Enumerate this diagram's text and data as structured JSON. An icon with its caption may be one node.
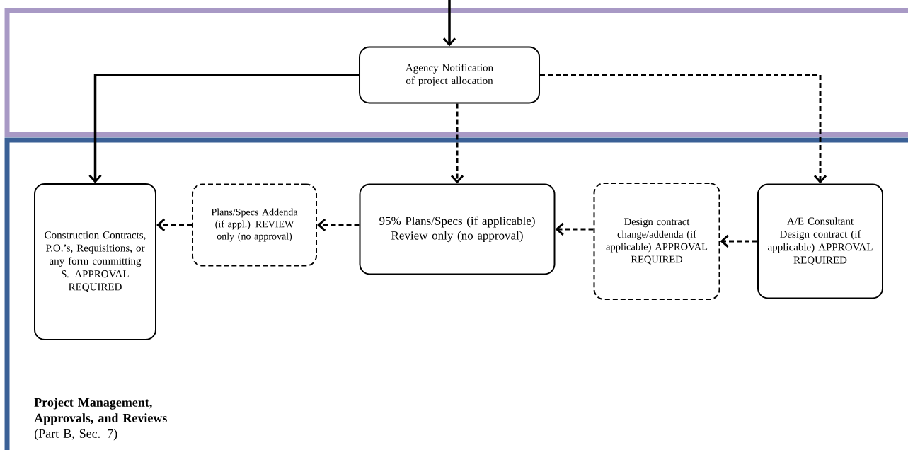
{
  "diagram": {
    "nodes": [
      {
        "text": [],
        "shape": "box"
      },
      {
        "text": [
          "Agency Notification of project allocation"
        ],
        "in": 0
      },
      {
        "text": [
          "Project Management, Approvals, and Reviews",
          "(Part B, Sec. 7)"
        ]
      },
      {
        "text": [
          "Construction Contracts, P.O.’s, Requisitions, or any form committing $. APPROVAL REQUIRED"
        ],
        "in": 2
      },
      {
        "text": [
          "Plans/Specs Addenda (if appl.) REVIEW only (no approval)"
        ],
        "in": 2
      },
      {
        "text": [
          "95% Plans/Specs (if applicable) Review only (no approval)"
        ],
        "in": 2
      },
      {
        "text": [
          "Design contract change/addenda (if applicable) APPROVAL REQUIRED"
        ],
        "in": 2
      },
      {
        "text": [
          "A/E Consultant Design contract (if applicable) APPROVAL REQUIRED"
        ],
        "in": 2
      }
    ],
    "edges": [
      {
        "from": null,
        "to": 1,
        "arrow": "to"
      },
      {
        "from": 1,
        "to": 3,
        "arrow": "to"
      },
      {
        "from": 1,
        "to": 5,
        "arrow": "to",
        "style": "dashed"
      },
      {
        "from": 1,
        "to": 7,
        "arrow": "to",
        "style": "dashed"
      },
      {
        "from": 7,
        "to": 6,
        "arrow": "to",
        "style": "dashed"
      },
      {
        "from": 6,
        "to": 5,
        "arrow": "to",
        "style": "dashed"
      },
      {
        "from": 5,
        "to": 4,
        "arrow": "to",
        "style": "dashed"
      },
      {
        "from": 4,
        "to": 3,
        "arrow": "to",
        "style": "dashed"
      }
    ]
  }
}
